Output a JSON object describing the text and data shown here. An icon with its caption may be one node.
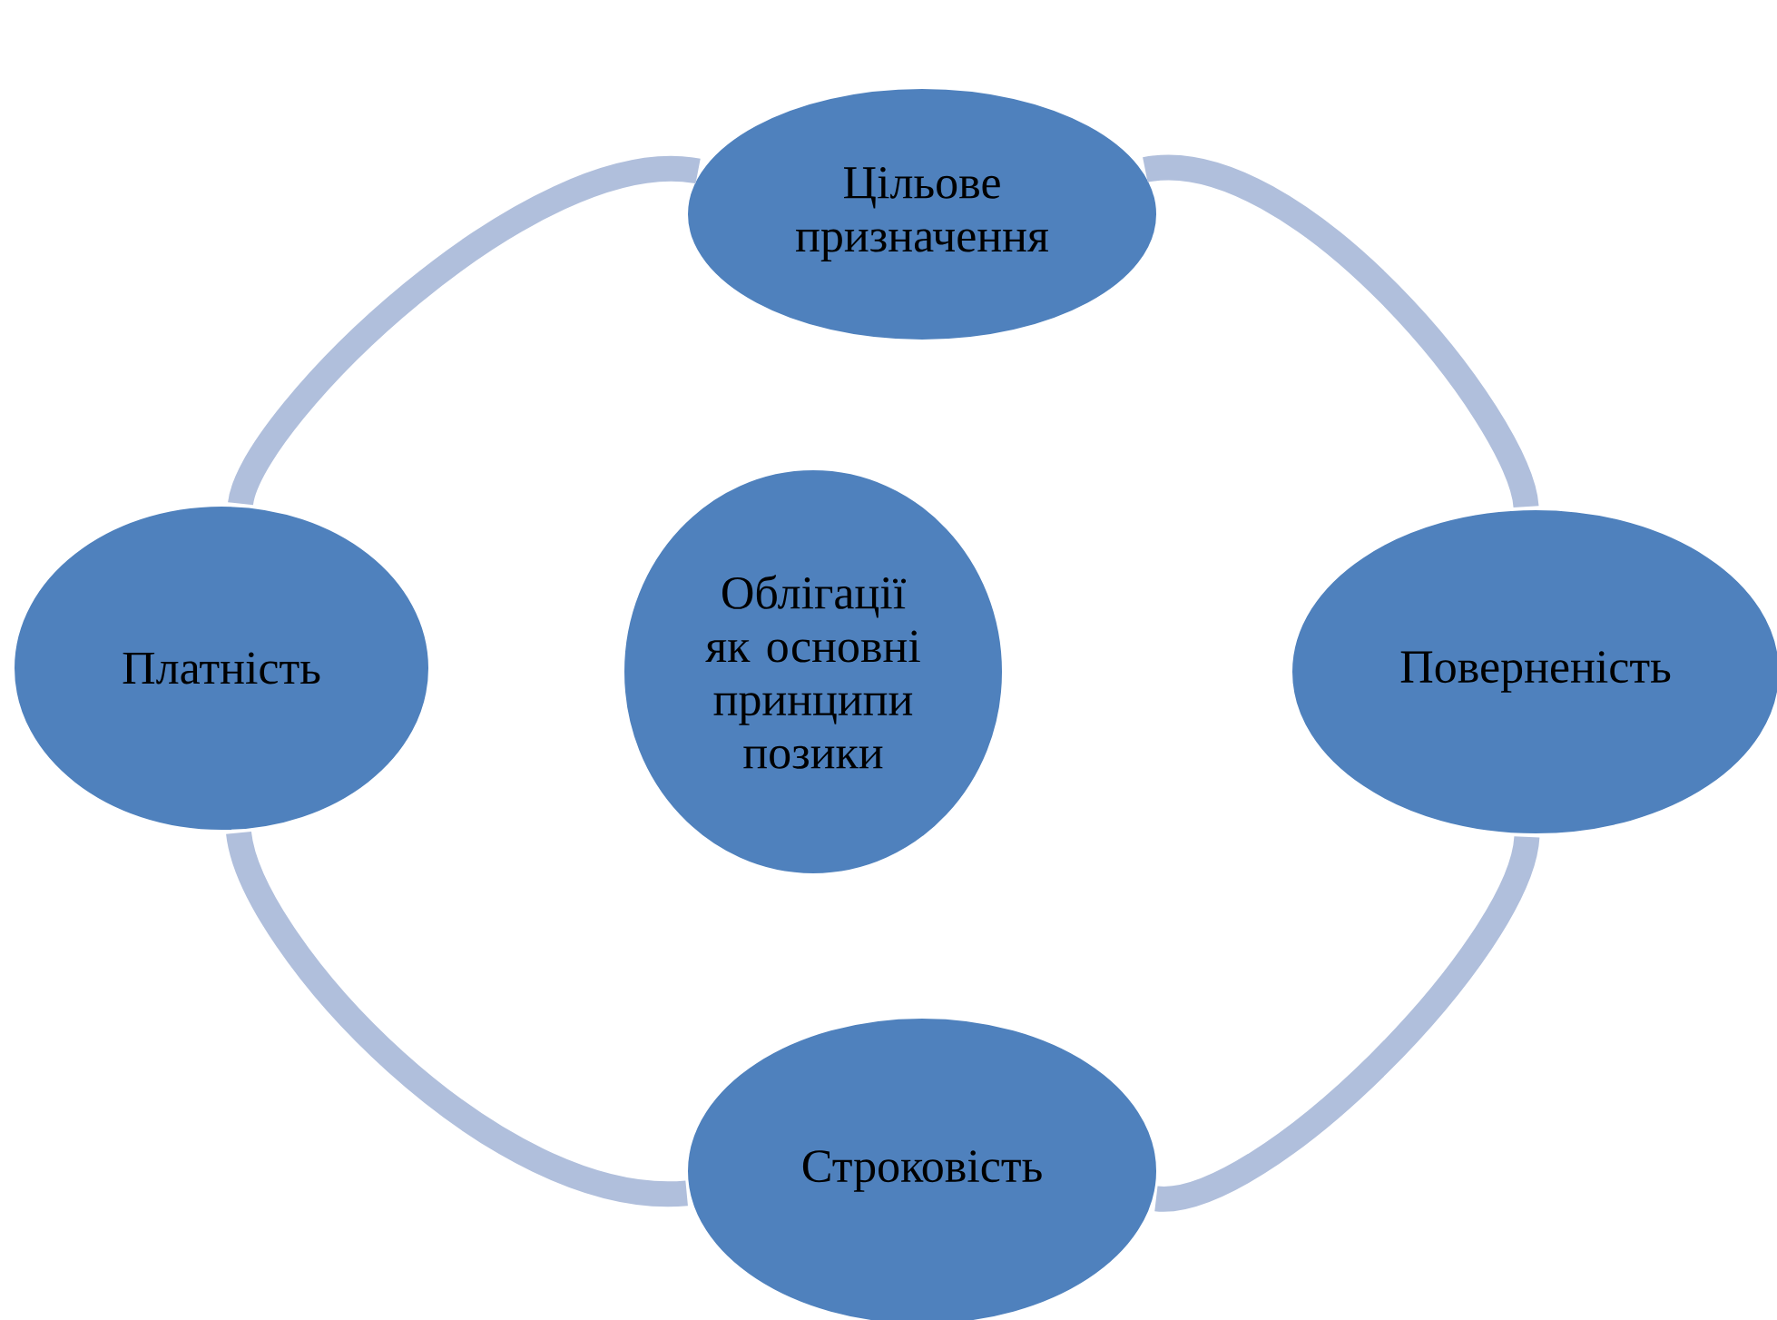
{
  "diagram": {
    "nodes": [
      {
        "text": [
          "Цільове призначення"
        ]
      },
      {
        "text": [
          "Платність"
        ]
      },
      {
        "text": [
          "Облігації як основні принципи позики"
        ]
      },
      {
        "text": [
          "Поверненість"
        ]
      },
      {
        "text": [
          "Строковість"
        ]
      }
    ],
    "edges": [
      {
        "from": 0,
        "to": 3,
        "arrow": "none"
      },
      {
        "from": 3,
        "to": 4,
        "arrow": "none"
      },
      {
        "from": 4,
        "to": 1,
        "arrow": "none"
      },
      {
        "from": 1,
        "to": 0,
        "arrow": "none"
      }
    ]
  }
}
